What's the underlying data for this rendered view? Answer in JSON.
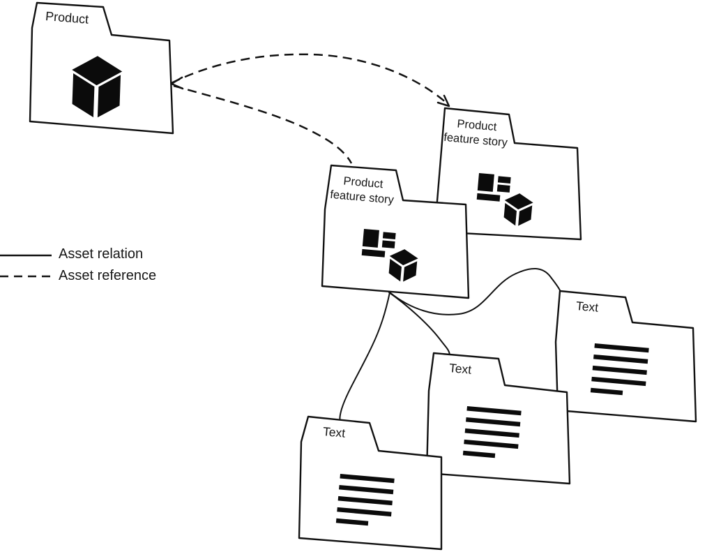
{
  "diagram": {
    "background_color": "#ffffff",
    "line_color": "#111111",
    "legend": {
      "relation_label": "Asset relation",
      "reference_label": "Asset reference",
      "relation_style": "solid",
      "reference_style": "dashed"
    },
    "folders": {
      "product": {
        "label": "Product",
        "icon": "cube-icon"
      },
      "feature_story_right": {
        "label": "Product feature story",
        "icon": "content-blocks-cube-icon"
      },
      "feature_story_middle": {
        "label": "Product feature story",
        "icon": "content-blocks-cube-icon"
      },
      "text_bottom_left": {
        "label": "Text",
        "icon": "text-lines-icon"
      },
      "text_middle": {
        "label": "Text",
        "icon": "text-lines-icon"
      },
      "text_right": {
        "label": "Text",
        "icon": "text-lines-icon"
      }
    },
    "connections": [
      {
        "type": "asset-reference",
        "style": "dashed",
        "from": "feature_story_right",
        "to": "product"
      },
      {
        "type": "asset-reference",
        "style": "dashed",
        "from": "feature_story_middle",
        "to": "product"
      },
      {
        "type": "asset-relation",
        "style": "solid",
        "from": "feature_story_middle",
        "to": "text_right"
      },
      {
        "type": "asset-relation",
        "style": "solid",
        "from": "feature_story_middle",
        "to": "text_middle"
      },
      {
        "type": "asset-relation",
        "style": "solid",
        "from": "feature_story_middle",
        "to": "text_bottom_left"
      }
    ]
  }
}
